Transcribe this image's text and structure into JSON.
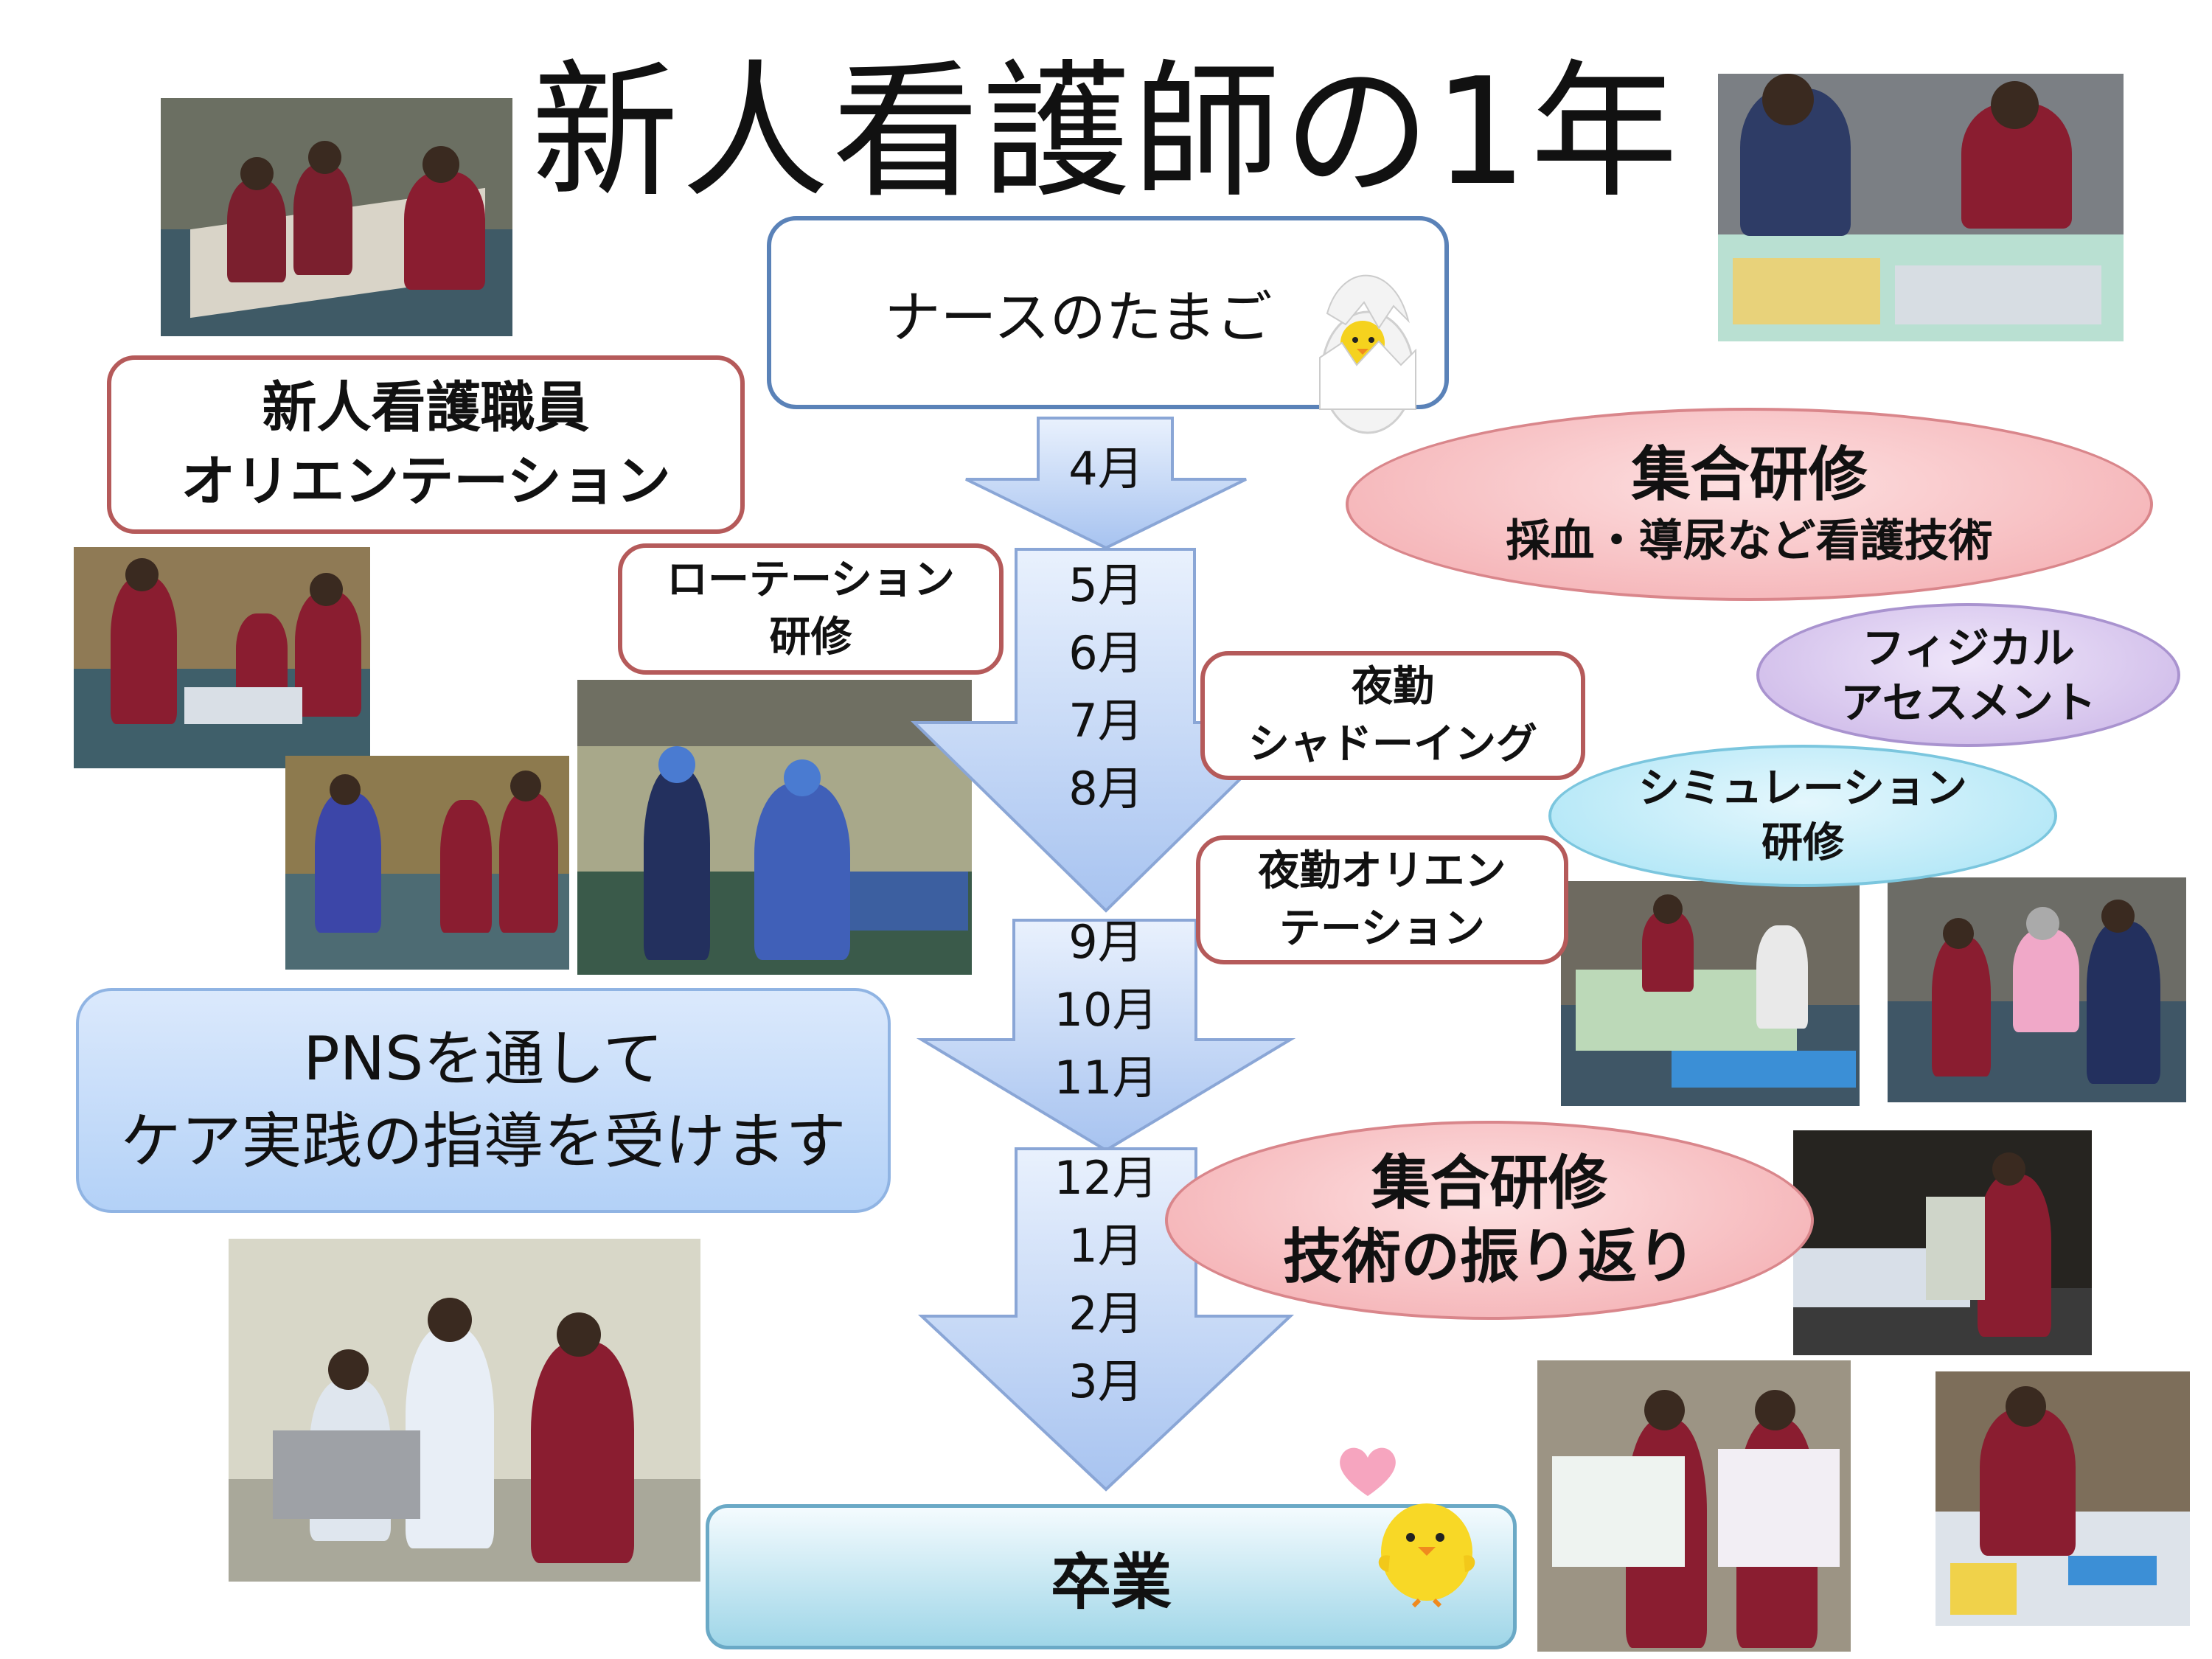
{
  "title": "新人看護師の1年",
  "nurse_egg_box": {
    "label": "ナースのたまご"
  },
  "orientation_box": {
    "line1": "新人看護職員",
    "line2": "オリエンテーション"
  },
  "rotation_box": {
    "line1": "ローテーション",
    "line2": "研修"
  },
  "night_shadow_box": {
    "line1": "夜勤",
    "line2": "シャドーイング"
  },
  "night_orient_box": {
    "line1": "夜勤オリエン",
    "line2": "テーション"
  },
  "group_training_1": {
    "title": "集合研修",
    "subtitle": "採血・導尿など看護技術"
  },
  "physical_assessment": {
    "line1": "フィジカル",
    "line2": "アセスメント"
  },
  "simulation_training": {
    "line1": "シミュレーション",
    "line2": "研修"
  },
  "pns_box": {
    "line1": "PNSを通して",
    "line2": "ケア実践の指導を受けます"
  },
  "group_training_2": {
    "title": "集合研修",
    "subtitle": "技術の振り返り"
  },
  "graduation_box": {
    "label": "卒業"
  },
  "arrows": {
    "a1": [
      "4月"
    ],
    "a2": [
      "5月",
      "6月",
      "7月",
      "8月"
    ],
    "a3": [
      "9月",
      "10月",
      "11月"
    ],
    "a4": [
      "12月",
      "1月",
      "2月",
      "3月"
    ]
  },
  "colors": {
    "box_border_red": "#b55a5a",
    "egg_box_border": "#5a82b8",
    "ellipse_pink": "#f3a9ad",
    "ellipse_purple": "#c9b3e6",
    "ellipse_cyan": "#a6e3f5",
    "arrow_blue": "#a9c5f2",
    "pns_blue": "#b3d1f7",
    "graduation_cyan": "#9fd6e8"
  }
}
